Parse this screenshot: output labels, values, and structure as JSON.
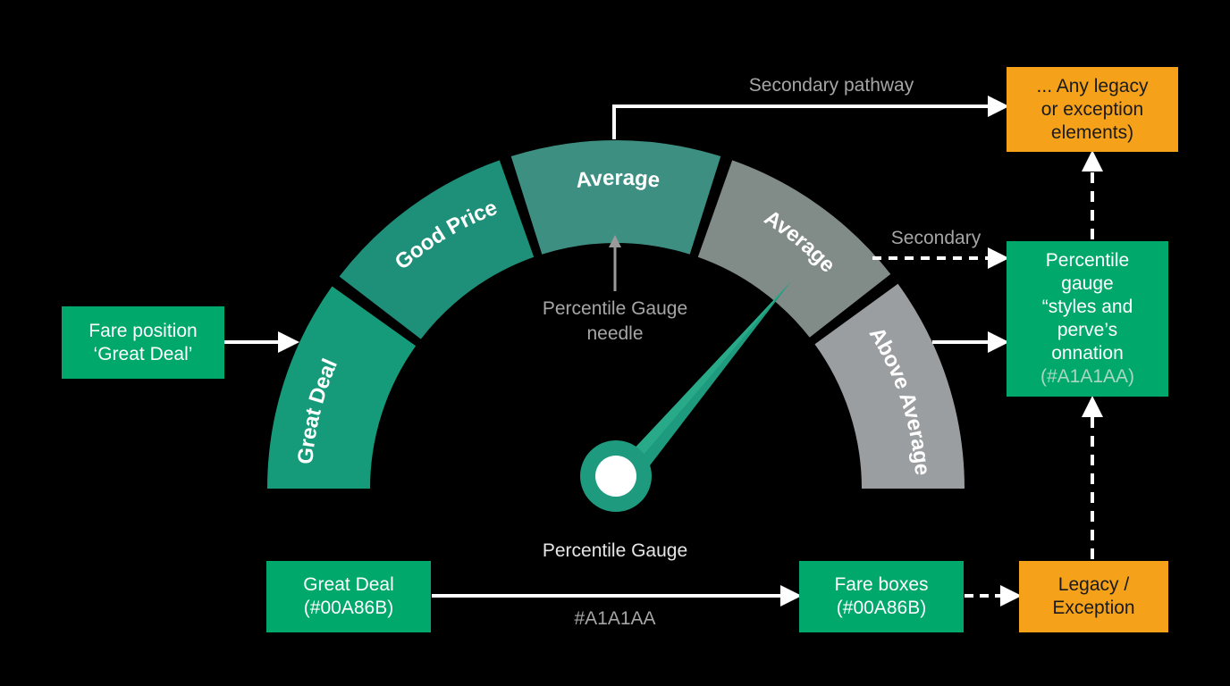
{
  "gauge": {
    "segments": [
      {
        "label": "Great Deal",
        "color": "#159A7A"
      },
      {
        "label": "Good Price",
        "color": "#1E8F78"
      },
      {
        "label": "Average",
        "color": "#3D8F82"
      },
      {
        "label": "Average",
        "color": "#818B88"
      },
      {
        "label": "Above Average",
        "color": "#9B9EA1"
      }
    ],
    "needle_label_line1": "Percentile Gauge",
    "needle_label_line2": "needle",
    "caption": "Percentile Gauge",
    "needle_color": "#1E9A7E"
  },
  "boxes": {
    "fare_position": {
      "line1": "Fare position",
      "line2": "‘Great Deal’"
    },
    "great_deal": {
      "line1": "Great Deal",
      "line2": "(#00A86B)"
    },
    "fare_boxes": {
      "line1": "Fare boxes",
      "line2": "(#00A86B)"
    },
    "legacy": {
      "line1": "Legacy /",
      "line2": "Exception"
    },
    "legacy_top": {
      "line1": "... Any legacy",
      "line2": "or exception",
      "line3": "elements)"
    },
    "percentile_styles": {
      "line1": "Percentile",
      "line2": "gauge",
      "line3": "“styles and",
      "line4": "perve’s",
      "line5": "onnation",
      "line6": "(#A1A1AA)"
    }
  },
  "labels": {
    "secondary_pathway": "Secondary pathway",
    "secondary": "Secondary",
    "gray_hex": "#A1A1AA"
  },
  "colors": {
    "green": "#00A86B",
    "orange": "#F5A21A",
    "gray": "#A1A1AA",
    "background": "#000000"
  }
}
